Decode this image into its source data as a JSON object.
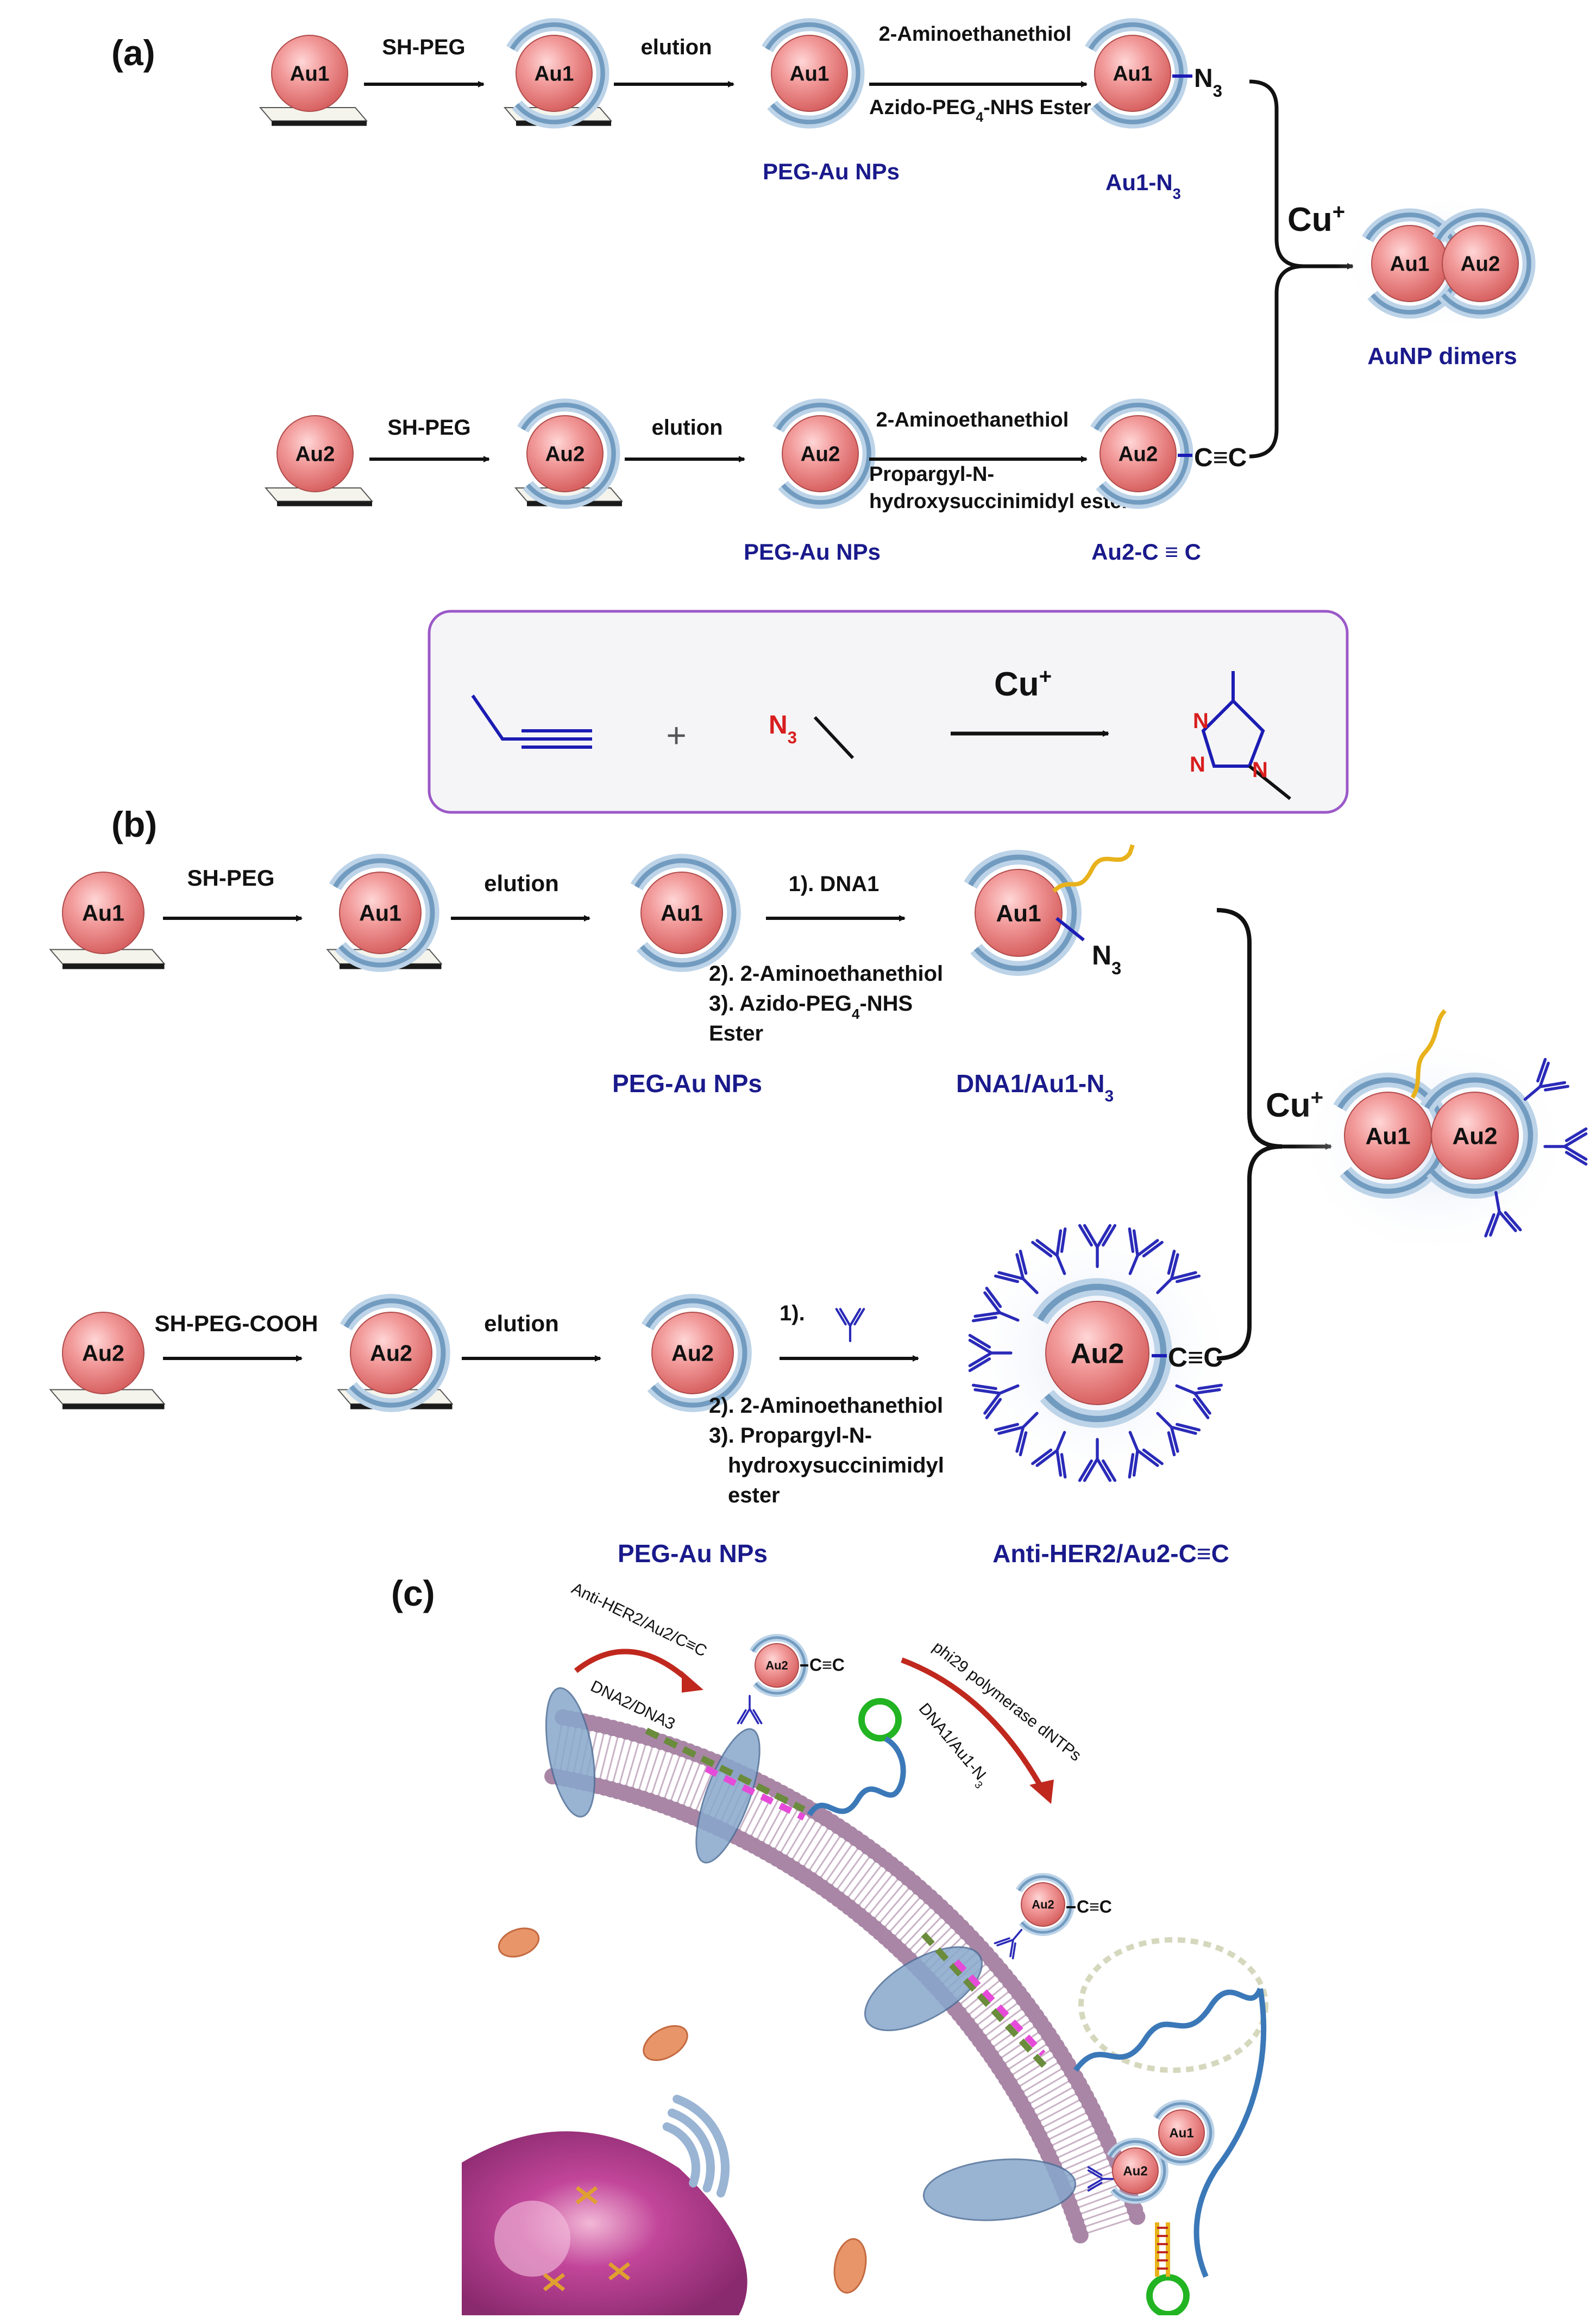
{
  "panels": {
    "a": {
      "label": "(a)",
      "row1": {
        "np1": "Au1",
        "step1": "SH-PEG",
        "np2": "Au1",
        "step2": "elution",
        "np3": "Au1",
        "reagent_top": "2-Aminoethanethiol",
        "reagent_bottom": "Azido-PEG",
        "reagent_bottom_sub": "4",
        "reagent_bottom_tail": "-NHS Ester",
        "np4": "Au1",
        "group": "N",
        "group_sub": "3",
        "caption_left": "PEG-Au NPs",
        "caption_right": "Au1-N",
        "caption_right_sub": "3"
      },
      "row2": {
        "np1": "Au2",
        "step1": "SH-PEG",
        "np2": "Au2",
        "step2": "elution",
        "np3": "Au2",
        "reagent_top": "2-Aminoethanethiol",
        "reagent_line2": "Propargyl-N-",
        "reagent_line3": "hydroxysuccinimidyl ester",
        "np4": "Au2",
        "group": "C≡C",
        "caption_left": "PEG-Au NPs",
        "caption_right": "Au2-C ≡ C"
      },
      "catalyst": "Cu",
      "catalyst_sup": "+",
      "dimer_left": "Au1",
      "dimer_right": "Au2",
      "dimer_caption": "AuNP dimers"
    },
    "inset": {
      "plus": "+",
      "azide": "N",
      "azide_sub": "3",
      "catalyst": "Cu",
      "catalyst_sup": "+",
      "triazole_n1": "N",
      "triazole_n2": "N",
      "triazole_n3": "N"
    },
    "b": {
      "label": "(b)",
      "row1": {
        "np1": "Au1",
        "step1": "SH-PEG",
        "np2": "Au1",
        "step2": "elution",
        "np3": "Au1",
        "reagent_1": "1). DNA1",
        "reagent_2": "2). 2-Aminoethanethiol",
        "reagent_3": "3). Azido-PEG",
        "reagent_3_sub": "4",
        "reagent_3_tail": "-NHS",
        "reagent_4": "Ester",
        "np4": "Au1",
        "group": "N",
        "group_sub": "3",
        "caption_left": "PEG-Au NPs",
        "caption_right": "DNA1/Au1-N",
        "caption_right_sub": "3"
      },
      "row2": {
        "np1": "Au2",
        "step1": "SH-PEG-COOH",
        "np2": "Au2",
        "step2": "elution",
        "np3": "Au2",
        "reagent_1": "1).",
        "reagent_2": "2). 2-Aminoethanethiol",
        "reagent_3": "3). Propargyl-N-",
        "reagent_4": "hydroxysuccinimidyl",
        "reagent_5": "ester",
        "np4": "Au2",
        "group": "C≡C",
        "caption_left": "PEG-Au NPs",
        "caption_right": "Anti-HER2/Au2-C≡C"
      },
      "catalyst": "Cu",
      "catalyst_sup": "+",
      "dimer_left": "Au1",
      "dimer_right": "Au2"
    },
    "c": {
      "label": "(c)",
      "arrow1_top": "Anti-HER2/Au2/C≡C",
      "arrow1_bottom": "DNA2/DNA3",
      "np_top": "Au2",
      "np_top_group": "C≡C",
      "arrow2_top": "phi29 polymerase  dNTPs",
      "arrow2_bottom": "DNA1/Au1-N",
      "arrow2_bottom_sub": "3",
      "np_mid": "Au2",
      "np_mid_group": "C≡C",
      "dimer_a": "Au2",
      "dimer_b": "Au1"
    }
  },
  "colors": {
    "np_fill": "#f08c8c",
    "shell": "#7fa6c8",
    "caption_blue": "#1a1a8c",
    "bond_blue": "#1c1cb4",
    "antibody": "#2a2ab8",
    "azide_red": "#d81e1e",
    "inset_border": "#9b59c8",
    "membrane_head": "#a986a6",
    "red_arrow": "#c0281e",
    "green_loop": "#22b422",
    "dna_blue": "#3b78b8",
    "dna_yellow": "#e8b21c"
  }
}
